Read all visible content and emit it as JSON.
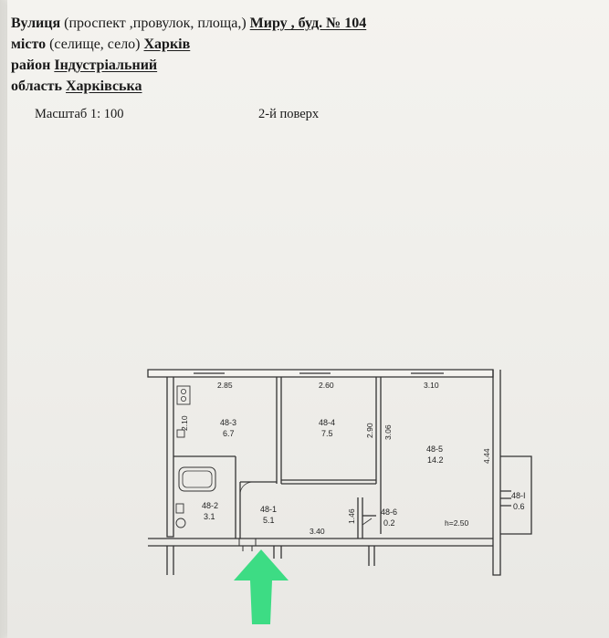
{
  "address": {
    "street_label": "Вулиця",
    "street_hint": " (проспект ,провулок, площа,) ",
    "street_value": "Миру , буд. № 104",
    "city_label": "місто",
    "city_hint": " (селище, село) ",
    "city_value": "Харків",
    "district_label": "район ",
    "district_value": "Індустріальний",
    "region_label": "область ",
    "region_value": "Харківська"
  },
  "scale_text": "Масштаб 1: 100",
  "floor_text": "2-й поверх",
  "rooms": [
    {
      "id": "48-3",
      "area": "6.7"
    },
    {
      "id": "48-4",
      "area": "7.5"
    },
    {
      "id": "48-5",
      "area": "14.2"
    },
    {
      "id": "48-2",
      "area": "3.1"
    },
    {
      "id": "48-1",
      "area": "5.1"
    },
    {
      "id": "48-6",
      "area": "0.2"
    },
    {
      "id": "48-I",
      "area": "0.6"
    }
  ],
  "dimensions": {
    "top_left": "2.85",
    "top_mid": "2.60",
    "top_right": "3.10",
    "left_height": "2.10",
    "wall_a": "2.90",
    "wall_b": "3.06",
    "right_height": "4.44",
    "bottom": "3.40",
    "small": "1.46",
    "ceiling": "h=2.50"
  },
  "arrow_color": "#3ddc84"
}
